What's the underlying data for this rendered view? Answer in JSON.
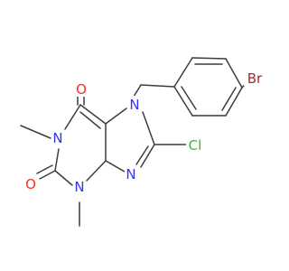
{
  "molecule": {
    "atoms": {
      "N7": {
        "symbol": "N",
        "color": "#3333ff"
      },
      "N1": {
        "symbol": "N",
        "color": "#3333ff"
      },
      "N3": {
        "symbol": "N",
        "color": "#3333ff"
      },
      "N9": {
        "symbol": "N",
        "color": "#3333ff"
      },
      "O6": {
        "symbol": "O",
        "color": "#ff2a2a"
      },
      "O2": {
        "symbol": "O",
        "color": "#ff2a2a"
      },
      "Cl8": {
        "symbol": "Cl",
        "color": "#33bb33"
      },
      "Br": {
        "symbol": "Br",
        "color": "#a52a2a"
      }
    },
    "bond_color": "#3c3c3c"
  }
}
